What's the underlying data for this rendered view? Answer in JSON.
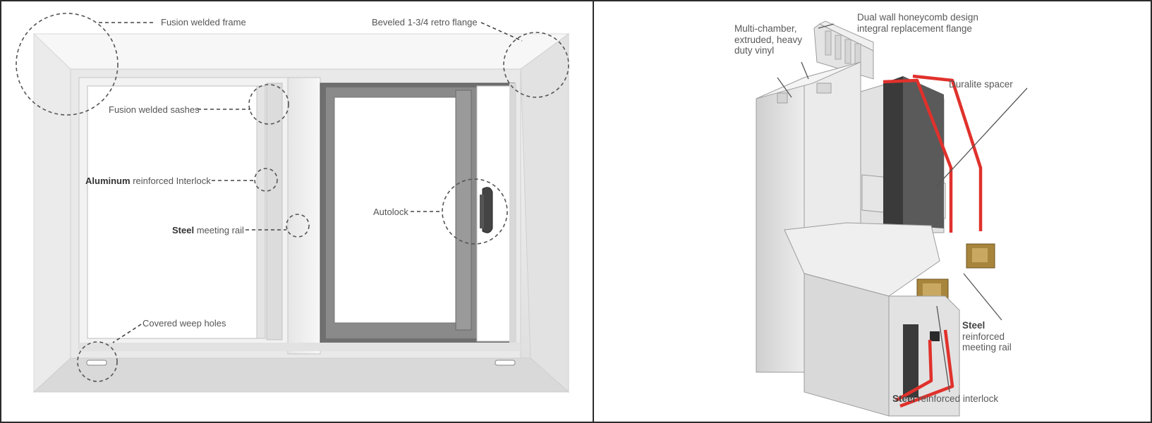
{
  "left": {
    "fusion_frame": "Fusion welded frame",
    "beveled_flange": "Beveled 1-3/4 retro flange",
    "fusion_sashes": "Fusion welded sashes",
    "aluminum_bold": "Aluminum",
    "aluminum_rest": "reinforced Interlock",
    "steel_rail_bold": "Steel",
    "steel_rail_rest": "meeting rail",
    "autolock": "Autolock",
    "weep_holes": "Covered weep holes"
  },
  "right": {
    "dual_wall_1": "Dual wall honeycomb design",
    "dual_wall_2": "integral replacement flange",
    "multi_1": "Multi-chamber,",
    "multi_2": "extruded, heavy",
    "multi_3": "duty vinyl",
    "duralite": "Duralite spacer",
    "steel_meeting_1": "Steel",
    "steel_meeting_2": "reinforced",
    "steel_meeting_3": "meeting rail",
    "steel_interlock_bold": "Steel",
    "steel_interlock_rest": "reinforced interlock"
  },
  "colors": {
    "vinyl_light": "#ececec",
    "vinyl_mid": "#d2d2d2",
    "vinyl_dark": "#a9a9a9",
    "sash_dark": "#6f6f6f",
    "red_line": "#e0312c",
    "brass": "#a8853c",
    "glass_dark": "#3a3a3a"
  },
  "icons": [
    "dashed-circle-callout",
    "leader-line"
  ]
}
